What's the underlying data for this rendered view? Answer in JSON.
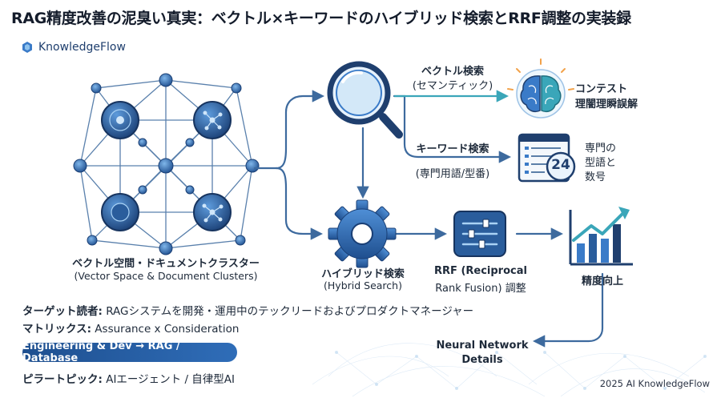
{
  "title": "RAG精度改善の泥臭い真実：ベクトル×キーワードのハイブリッド検索とRRF調整の実装録",
  "brand": {
    "name": "KnowledgeFlow"
  },
  "diagram": {
    "cluster_label": "ベクトル空間・ドキュメントクラスター",
    "cluster_sublabel": "(Vector Space & Document Clusters)",
    "vector_search": "ベクトル検索",
    "vector_search_sub": "(セマンティック)",
    "keyword_search": "キーワード検索",
    "keyword_search_sub": "(専門用語/型番)",
    "context_line1": "コンテスト",
    "context_line2": "理闇理瞬誤解",
    "terms_line1": "専門の",
    "terms_line2": "型語と",
    "terms_line3": "数号",
    "terms_number": "24",
    "hybrid": "ハイブリッド検索",
    "hybrid_sub": "(Hybrid Search)",
    "rrf": "RRF (Reciprocal",
    "rrf_sub": "Rank Fusion) 調整",
    "precision": "精度向上",
    "neural_line1": "Neural Network",
    "neural_line2": "Details"
  },
  "info": {
    "target_label": "ターゲット読者:",
    "target_value": "RAGシステムを開発・運用中のテックリードおよびプロダクトマネージャー",
    "matrix_label": "マトリックス:",
    "matrix_value": "Assurance x Consideration",
    "category": "Engineering & Dev → RAG / Database",
    "pillar_label": "ピラートピック:",
    "pillar_value": "AIエージェント / 自律型AI"
  },
  "footer": "2025 AI KnowledgeFlow",
  "colors": {
    "navy": "#1f3f6e",
    "mid_blue": "#3a7bc8",
    "teal": "#3aa6b9",
    "arrow": "#3d6a9e"
  }
}
